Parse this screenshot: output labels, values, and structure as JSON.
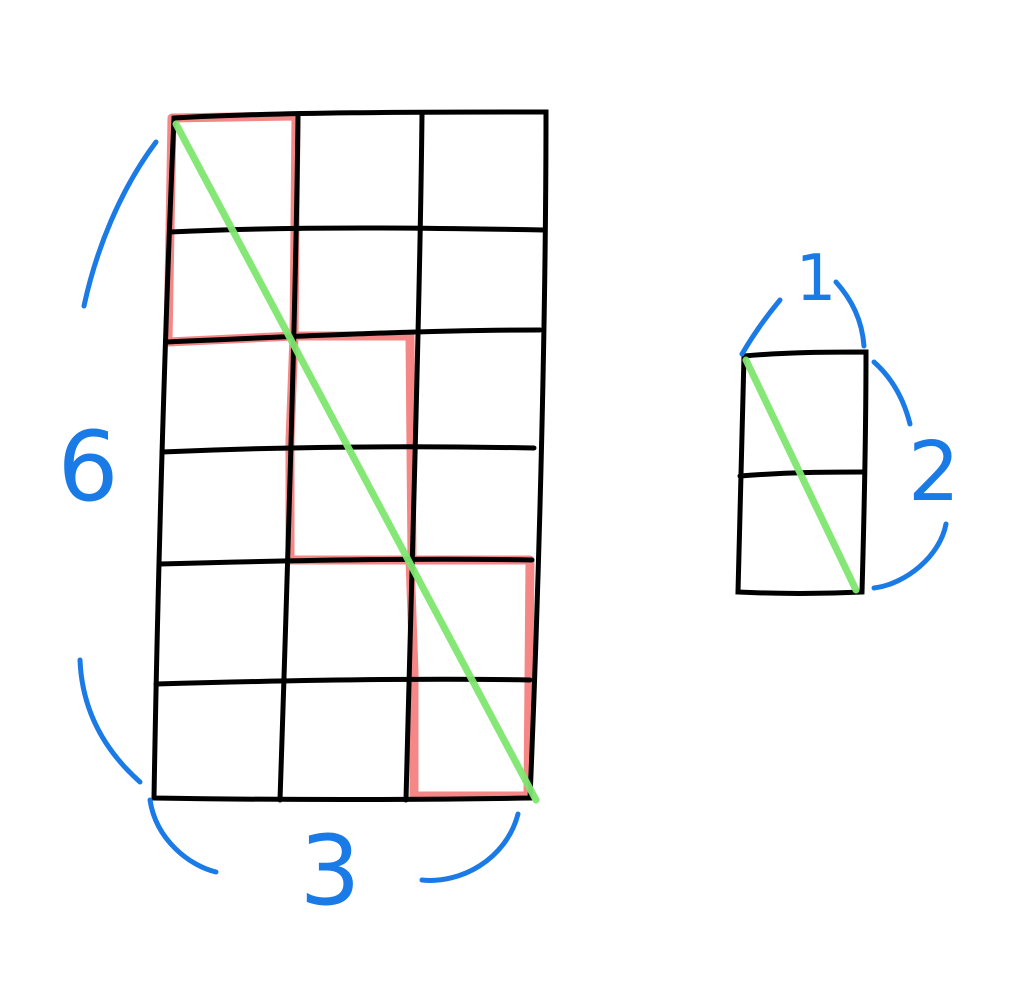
{
  "diagram": {
    "large_grid": {
      "rows": 6,
      "columns": 3,
      "highlighted_cells": [
        {
          "row": 0,
          "col": 0
        },
        {
          "row": 1,
          "col": 0
        },
        {
          "row": 2,
          "col": 1
        },
        {
          "row": 3,
          "col": 1
        },
        {
          "row": 4,
          "col": 2
        },
        {
          "row": 5,
          "col": 2
        }
      ],
      "height_label": "6",
      "width_label": "3"
    },
    "small_grid": {
      "rows": 2,
      "columns": 1,
      "height_label": "2",
      "width_label": "1"
    },
    "colors": {
      "grid_stroke": "#000000",
      "highlight": "#f47a7a",
      "diagonal": "#7ee66e",
      "annotation": "#1a7be6"
    }
  }
}
